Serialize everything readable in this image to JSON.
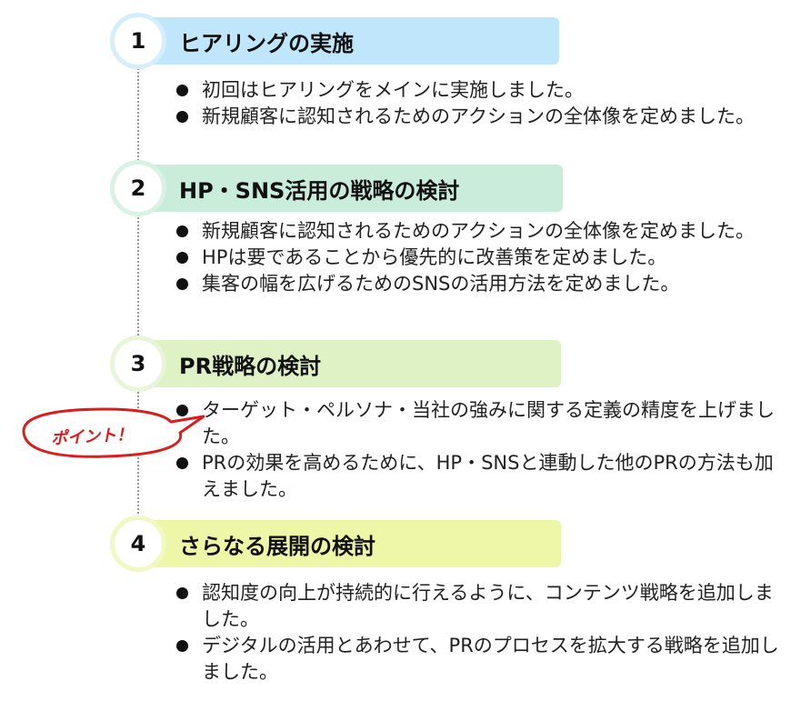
{
  "colors": {
    "step1_bar": "#bfe6fa",
    "step1_ring": "#d5eefb",
    "step2_bar": "#c9edda",
    "step2_ring": "#d9f2e6",
    "step3_bar": "#def2c6",
    "step3_ring": "#e8f5d8",
    "step4_bar": "#eef6a8",
    "step4_ring": "#f2f8c2",
    "callout_border": "#d81e1e",
    "callout_text": "#d81e1e"
  },
  "steps": [
    {
      "number": "1",
      "title": "ヒアリングの実施",
      "bullets": [
        "初回はヒアリングをメインに実施しました。",
        "新規顧客に認知されるためのアクションの全体像を定めました。"
      ]
    },
    {
      "number": "2",
      "title": "HP・SNS活用の戦略の検討",
      "bullets": [
        "新規顧客に認知されるためのアクションの全体像を定めました。",
        "HPは要であることから優先的に改善策を定めました。",
        "集客の幅を広げるためのSNSの活用方法を定めました。"
      ]
    },
    {
      "number": "3",
      "title": "PR戦略の検討",
      "bullets": [
        "ターゲット・ペルソナ・当社の強みに関する定義の精度を上げました。",
        "PRの効果を高めるために、HP・SNSと連動した他のPRの方法も加えました。"
      ]
    },
    {
      "number": "4",
      "title": "さらなる展開の検討",
      "bullets": [
        "認知度の向上が持続的に行えるように、コンテンツ戦略を追加しました。",
        "デジタルの活用とあわせて、PRのプロセスを拡大する戦略を追加しました。"
      ]
    }
  ],
  "callout": {
    "text": "ポイント！"
  }
}
